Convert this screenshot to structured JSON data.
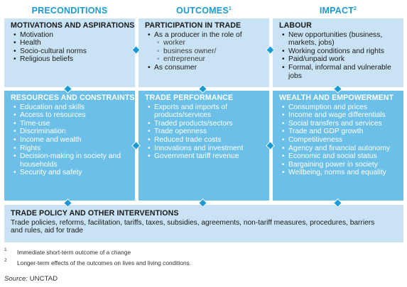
{
  "headers": {
    "preconditions": "PRECONDITIONS",
    "outcomes": "OUTCOMES",
    "outcomes_mark": "1",
    "impact": "IMPACT",
    "impact_mark": "2"
  },
  "boxes": {
    "motivations": {
      "title": "MOTIVATIONS AND ASPIRATIONS",
      "items": [
        "Motivation",
        "Health",
        "Socio-cultural norms",
        "Religious beliefs"
      ]
    },
    "participation": {
      "title": "PARTICIPATION IN TRADE",
      "item1": "As a producer in the role of",
      "sub": [
        "worker",
        "business owner/",
        "entrepreneur"
      ],
      "item2": "As consumer"
    },
    "labour": {
      "title": "LABOUR",
      "items": [
        "New opportunities (business,",
        "markets, jobs)",
        "Working conditions and rights",
        "Paid/unpaid work",
        "Formal, informal and vulnerable",
        "jobs"
      ]
    },
    "resources": {
      "title": "RESOURCES AND CONSTRAINTS",
      "items": [
        "Education and skills",
        "Access to resources",
        "Time-use",
        "Discrimination",
        "Income and wealth",
        "Rights",
        "Decision-making in society and",
        "households",
        "Security and safety"
      ]
    },
    "trade_performance": {
      "title": "TRADE PERFORMANCE",
      "items": [
        "Exports and imports of",
        "products/services",
        "Traded products/sectors",
        "Trade openness",
        "Reduced trade costs",
        "Innovations and investment",
        "Government tariff revenue"
      ]
    },
    "wealth": {
      "title": "WEALTH AND EMPOWERMENT",
      "items": [
        "Consumption and prices",
        "Income and wage differentials",
        "Social transfers and services",
        "Trade and GDP growth",
        "Competitiveness",
        "Agency and financial autonomy",
        "Economic and social status",
        "Bargaining power in society",
        "Wellbeing, norms and equality"
      ]
    },
    "trade_policy": {
      "title": "TRADE POLICY AND OTHER INTERVENTIONS",
      "text1": "Trade policies, reforms, facilitation, tariffs, taxes, subsidies, agreements, non-tariff measures, procedures, barriers",
      "text2": "and rules, aid for trade"
    }
  },
  "footnotes": [
    {
      "num": "1",
      "text": "Immediate short-term outcome of a change"
    },
    {
      "num": "2",
      "text": "Longer-term effects of the outcomes on lives and living conditions."
    }
  ],
  "source_label": "Source:",
  "source_value": "UNCTAD"
}
